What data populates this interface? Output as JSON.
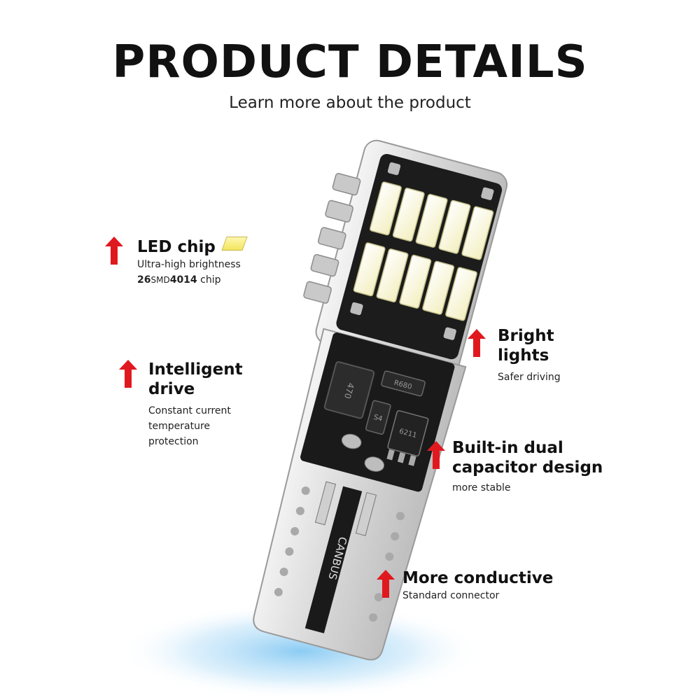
{
  "header": {
    "title": "PRODUCT DETAILS",
    "subtitle": "Learn more about the product"
  },
  "product": {
    "board_label": "CANBUS",
    "component_labels": [
      "470",
      "R680",
      "S4",
      "6211"
    ]
  },
  "callouts": {
    "led_chip": {
      "title": "LED chip",
      "line1": "Ultra-high brightness",
      "count": "26",
      "smd": "SMD",
      "model": "4014",
      "suffix": " chip"
    },
    "intelligent_drive": {
      "title_line1": "Intelligent",
      "title_line2": "drive",
      "lines": [
        "Constant current",
        "temperature",
        "protection"
      ]
    },
    "bright_lights": {
      "title_line1": "Bright",
      "title_line2": "lights",
      "desc": "Safer driving"
    },
    "dual_capacitor": {
      "title_line1": "Built-in dual",
      "title_line2": "capacitor design",
      "desc": "more stable"
    },
    "conductive": {
      "title": "More conductive",
      "desc": "Standard connector"
    }
  },
  "colors": {
    "arrow": "#e0191f",
    "led": "#fbf7c8",
    "board": "#1c1c1c",
    "housing": "#dcdcdc",
    "glow": "#9fd4f5"
  }
}
